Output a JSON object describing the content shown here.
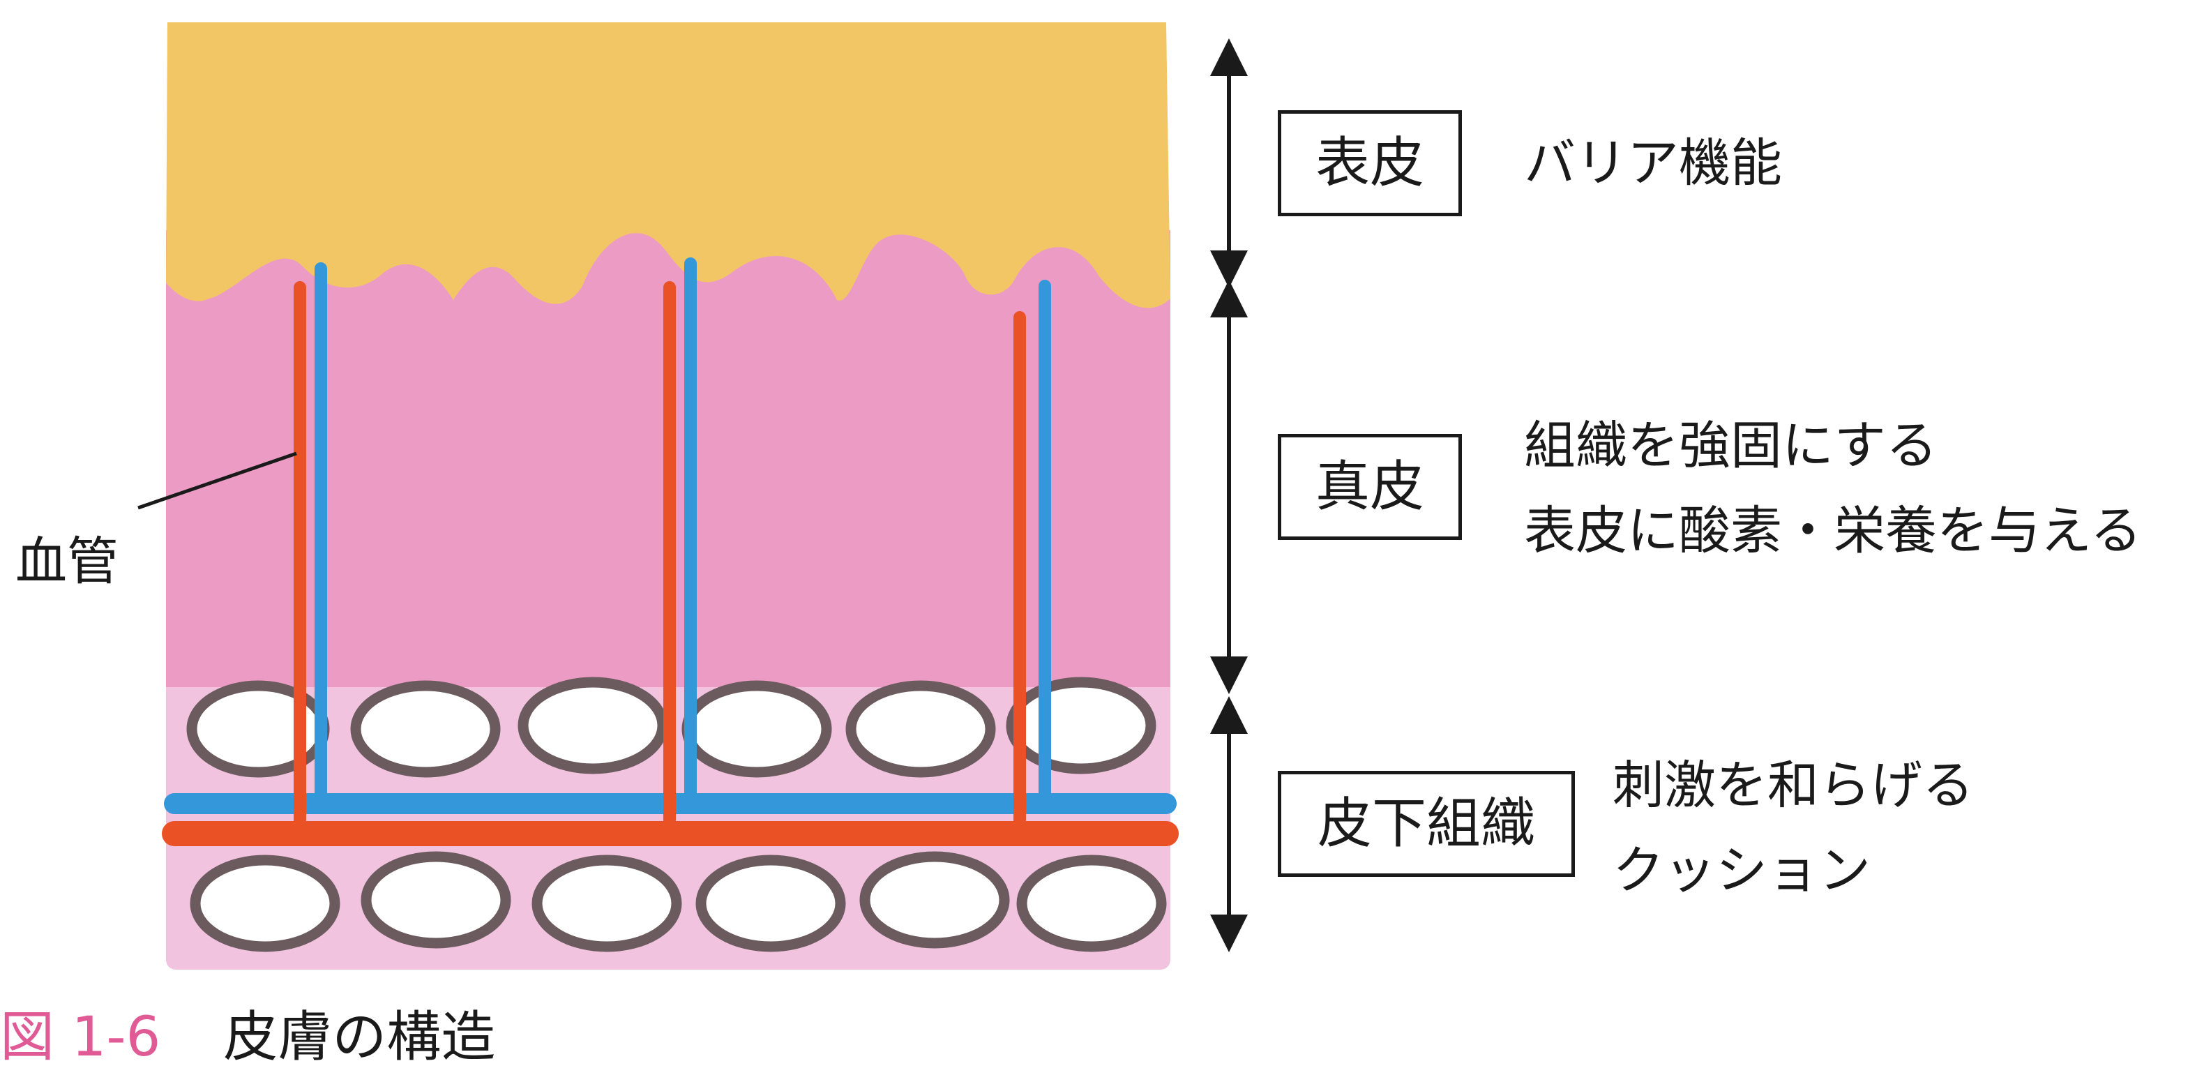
{
  "layers": [
    {
      "name": "表皮",
      "role": [
        "バリア機能"
      ]
    },
    {
      "name": "真皮",
      "role": [
        "組織を強固にする",
        "表皮に酸素・栄養を与える"
      ]
    },
    {
      "name": "皮下組織",
      "role": [
        "刺激を和らげる",
        "クッション"
      ]
    }
  ],
  "vessel_label": "血管",
  "caption": {
    "number": "図 1-6",
    "title": "皮膚の構造"
  },
  "colors": {
    "epidermis": "#f2c664",
    "dermis": "#ec9cc4",
    "subcutis": "#f1c3de",
    "fat_outline": "#6b5a5e",
    "artery": "#ea5125",
    "vein": "#3497d9",
    "caption_accent": "#e05a96"
  }
}
